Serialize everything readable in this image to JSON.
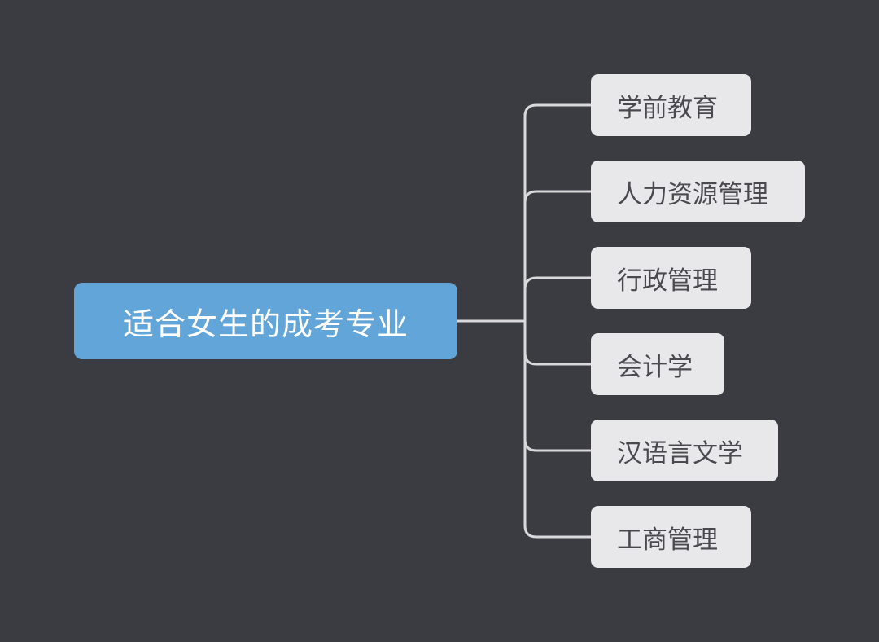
{
  "diagram": {
    "type": "mind-map",
    "root": {
      "label": "适合女生的成考专业",
      "color": "#62a5d8"
    },
    "branches": [
      {
        "label": "学前教育"
      },
      {
        "label": "人力资源管理"
      },
      {
        "label": "行政管理"
      },
      {
        "label": "会计学"
      },
      {
        "label": "汉语言文学"
      },
      {
        "label": "工商管理"
      }
    ],
    "colors": {
      "background": "#3b3c42",
      "root_fill": "#62a5d8",
      "branch_fill": "#e8e8ea",
      "connector": "#d9d9dc",
      "branch_text": "#4a4a4e"
    }
  }
}
